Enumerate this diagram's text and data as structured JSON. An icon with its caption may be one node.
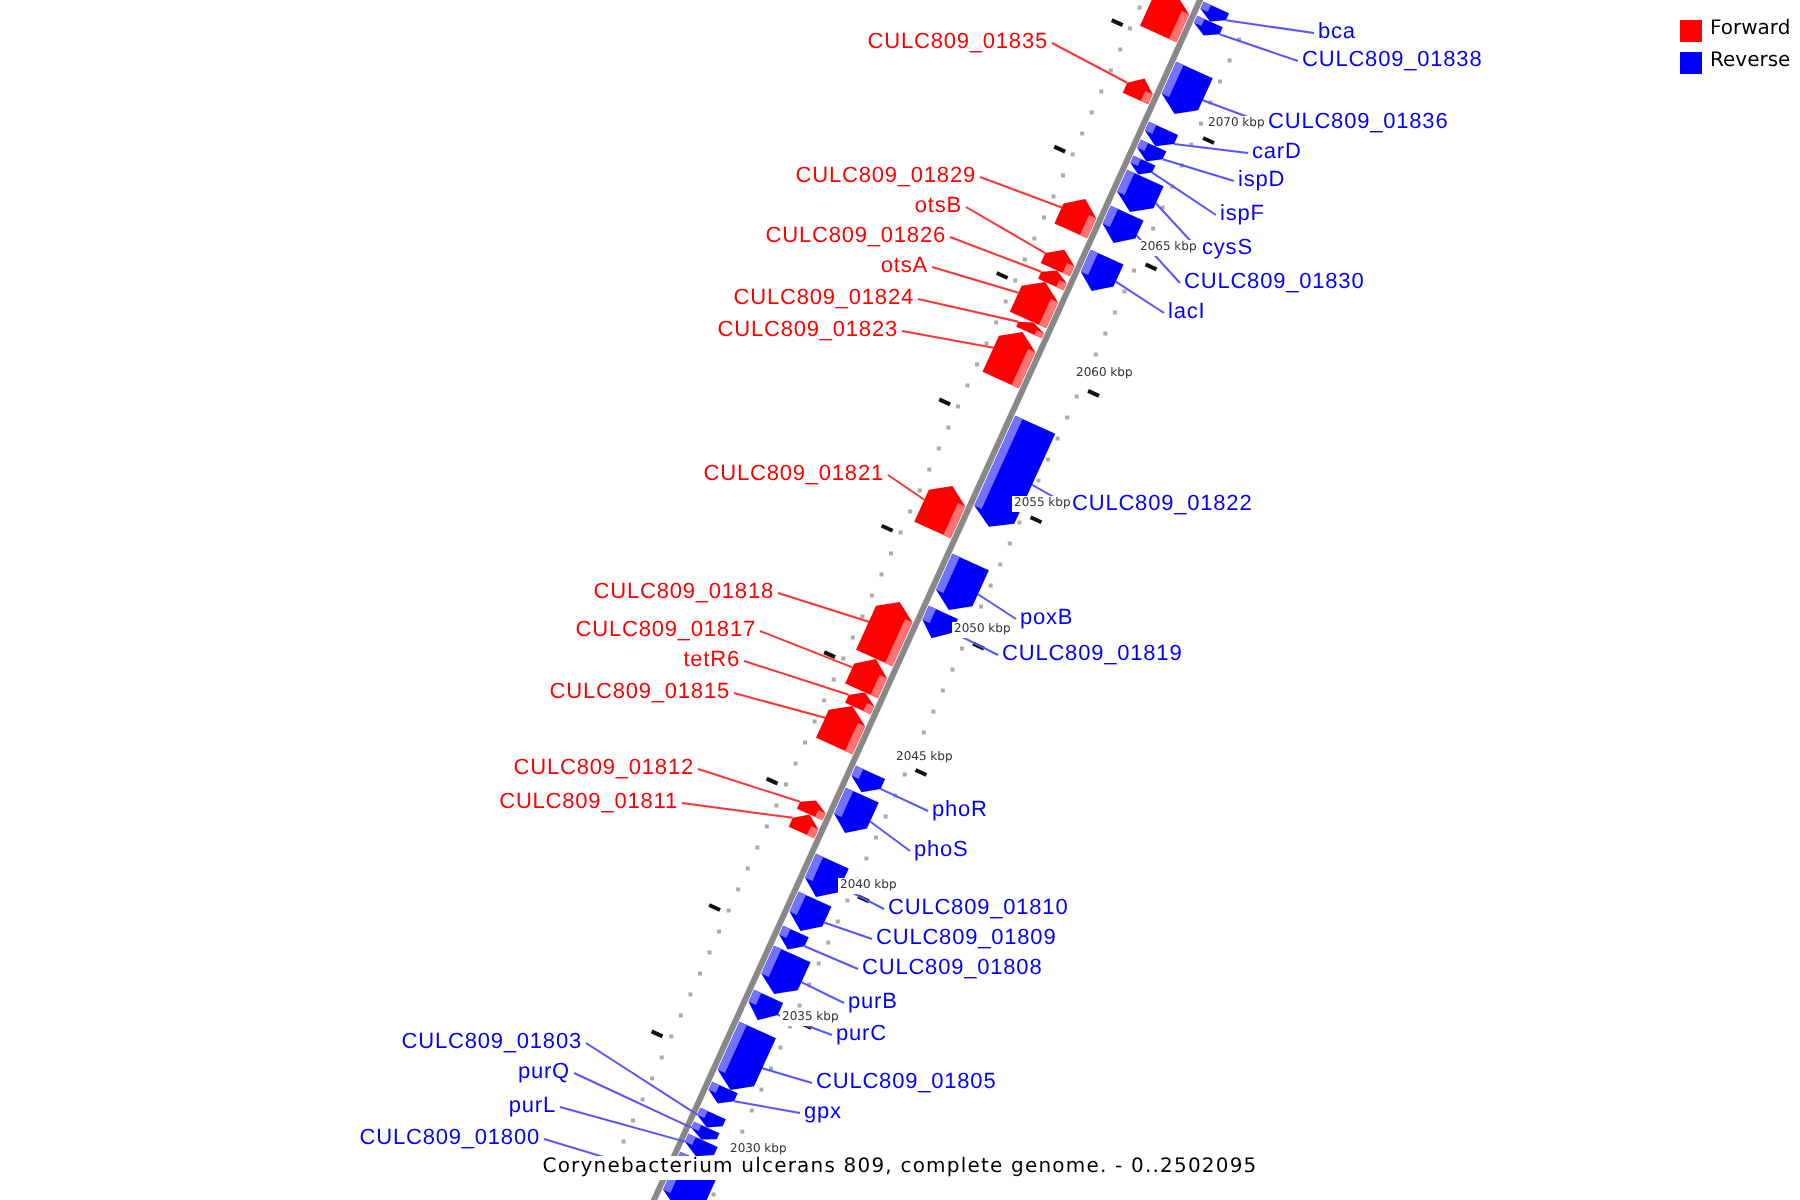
{
  "diagram": {
    "caption": "Corynebacterium ulcerans 809, complete genome. - 0..2502095",
    "nodes": [
      {
        "text": [],
        "shape": "bar"
      },
      {
        "text": [
          "bca"
        ]
      },
      {
        "text": [],
        "shape": "bar"
      },
      {
        "text": [
          "CULC809_01838"
        ]
      },
      {
        "text": [],
        "shape": "bar"
      },
      {
        "text": [
          "CULC809_01835"
        ]
      },
      {
        "text": [],
        "shape": "bar"
      },
      {
        "text": [
          "CULC809_01836"
        ]
      },
      {
        "text": [],
        "shape": "bar"
      },
      {
        "text": [
          "carD"
        ]
      },
      {
        "text": [],
        "shape": "bar"
      },
      {
        "text": [
          "ispD"
        ]
      },
      {
        "text": [],
        "shape": "bar"
      },
      {
        "text": [
          "ispF"
        ]
      },
      {
        "text": [],
        "shape": "bar"
      },
      {
        "text": [
          "CULC809_01829"
        ]
      },
      {
        "text": [],
        "shape": "bar"
      },
      {
        "text": [
          "cysS"
        ]
      },
      {
        "text": [],
        "shape": "bar"
      },
      {
        "text": [
          "CULC809_01830"
        ]
      },
      {
        "text": [],
        "shape": "bar"
      },
      {
        "text": [
          "otsB"
        ]
      },
      {
        "text": [],
        "shape": "bar"
      },
      {
        "text": [
          "CULC809_01826"
        ]
      },
      {
        "text": [],
        "shape": "bar"
      },
      {
        "text": [
          "otsA"
        ]
      },
      {
        "text": [],
        "shape": "bar"
      },
      {
        "text": [
          "CULC809_01824"
        ]
      },
      {
        "text": [],
        "shape": "bar"
      },
      {
        "text": [
          "lacI"
        ]
      },
      {
        "text": [],
        "shape": "bar"
      },
      {
        "text": [
          "CULC809_01823"
        ]
      },
      {
        "text": [],
        "shape": "bar"
      },
      {
        "text": [
          "CULC809_01821"
        ]
      },
      {
        "text": [],
        "shape": "bar"
      },
      {
        "text": [
          "CULC809_01822"
        ]
      },
      {
        "text": [],
        "shape": "bar"
      },
      {
        "text": [
          "CULC809_01818"
        ]
      },
      {
        "text": [],
        "shape": "bar"
      },
      {
        "text": [
          "poxB"
        ]
      },
      {
        "text": [],
        "shape": "bar"
      },
      {
        "text": [
          "CULC809_01817"
        ]
      },
      {
        "text": [],
        "shape": "bar"
      },
      {
        "text": [
          "CULC809_01819"
        ]
      },
      {
        "text": [],
        "shape": "bar"
      },
      {
        "text": [
          "tetR6"
        ]
      },
      {
        "text": [],
        "shape": "bar"
      },
      {
        "text": [
          "CULC809_01815"
        ]
      },
      {
        "text": [],
        "shape": "bar"
      },
      {
        "text": [
          "CULC809_01812"
        ]
      },
      {
        "text": [],
        "shape": "bar"
      },
      {
        "text": [
          "phoR"
        ]
      },
      {
        "text": [],
        "shape": "bar"
      },
      {
        "text": [
          "CULC809_01811"
        ]
      },
      {
        "text": [],
        "shape": "bar"
      },
      {
        "text": [
          "phoS"
        ]
      },
      {
        "text": [],
        "shape": "bar"
      },
      {
        "text": [
          "CULC809_01810"
        ]
      },
      {
        "text": [],
        "shape": "bar"
      },
      {
        "text": [
          "CULC809_01809"
        ]
      },
      {
        "text": [],
        "shape": "bar"
      },
      {
        "text": [
          "CULC809_01808"
        ]
      },
      {
        "text": [],
        "shape": "bar"
      },
      {
        "text": [
          "purB"
        ]
      },
      {
        "text": [],
        "shape": "bar"
      },
      {
        "text": [
          "purC"
        ]
      },
      {
        "text": [],
        "shape": "bar"
      },
      {
        "text": [
          "CULC809_01803"
        ]
      },
      {
        "text": [],
        "shape": "bar"
      },
      {
        "text": [
          "CULC809_01805"
        ]
      },
      {
        "text": [],
        "shape": "bar"
      },
      {
        "text": [
          "purQ"
        ]
      },
      {
        "text": [],
        "shape": "bar"
      },
      {
        "text": [
          "gpx"
        ]
      },
      {
        "text": [],
        "shape": "bar"
      },
      {
        "text": [
          "purL"
        ]
      },
      {
        "text": [],
        "shape": "bar"
      },
      {
        "text": [
          "CULC809_01800"
        ]
      },
      {
        "text": [],
        "shape": "bar"
      }
    ],
    "edges": [
      {
        "from": 1,
        "to": 2,
        "arrow": "none",
        "color": "#5555ff"
      },
      {
        "from": 3,
        "to": 4,
        "arrow": "none",
        "color": "#5555ff"
      },
      {
        "from": 5,
        "to": 6,
        "arrow": "none",
        "color": "#ff3333"
      },
      {
        "from": 7,
        "to": 8,
        "arrow": "none",
        "color": "#5555ff"
      },
      {
        "from": 9,
        "to": 10,
        "arrow": "none",
        "color": "#5555ff"
      },
      {
        "from": 11,
        "to": 12,
        "arrow": "none",
        "color": "#5555ff"
      },
      {
        "from": 13,
        "to": 14,
        "arrow": "none",
        "color": "#5555ff"
      },
      {
        "from": 15,
        "to": 16,
        "arrow": "none",
        "color": "#ff3333"
      },
      {
        "from": 17,
        "to": 18,
        "arrow": "none",
        "color": "#5555ff"
      },
      {
        "from": 19,
        "to": 20,
        "arrow": "none",
        "color": "#5555ff"
      },
      {
        "from": 21,
        "to": 22,
        "arrow": "none",
        "color": "#ff3333"
      },
      {
        "from": 23,
        "to": 24,
        "arrow": "none",
        "color": "#ff3333"
      },
      {
        "from": 25,
        "to": 26,
        "arrow": "none",
        "color": "#ff3333"
      },
      {
        "from": 27,
        "to": 28,
        "arrow": "none",
        "color": "#ff3333"
      },
      {
        "from": 29,
        "to": 30,
        "arrow": "none",
        "color": "#5555ff"
      },
      {
        "from": 31,
        "to": 32,
        "arrow": "none",
        "color": "#ff3333"
      },
      {
        "from": 33,
        "to": 34,
        "arrow": "none",
        "color": "#ff3333"
      },
      {
        "from": 35,
        "to": 36,
        "arrow": "none",
        "color": "#5555ff"
      },
      {
        "from": 37,
        "to": 38,
        "arrow": "none",
        "color": "#ff3333"
      },
      {
        "from": 39,
        "to": 40,
        "arrow": "none",
        "color": "#5555ff"
      },
      {
        "from": 41,
        "to": 42,
        "arrow": "none",
        "color": "#ff3333"
      },
      {
        "from": 43,
        "to": 44,
        "arrow": "none",
        "color": "#5555ff"
      },
      {
        "from": 45,
        "to": 46,
        "arrow": "none",
        "color": "#ff3333"
      },
      {
        "from": 47,
        "to": 48,
        "arrow": "none",
        "color": "#ff3333"
      },
      {
        "from": 49,
        "to": 50,
        "arrow": "none",
        "color": "#ff3333"
      },
      {
        "from": 51,
        "to": 52,
        "arrow": "none",
        "color": "#5555ff"
      },
      {
        "from": 53,
        "to": 54,
        "arrow": "none",
        "color": "#ff3333"
      },
      {
        "from": 55,
        "to": 56,
        "arrow": "none",
        "color": "#5555ff"
      },
      {
        "from": 57,
        "to": 58,
        "arrow": "none",
        "color": "#5555ff"
      },
      {
        "from": 59,
        "to": 60,
        "arrow": "none",
        "color": "#5555ff"
      },
      {
        "from": 61,
        "to": 62,
        "arrow": "none",
        "color": "#5555ff"
      },
      {
        "from": 63,
        "to": 64,
        "arrow": "none",
        "color": "#5555ff"
      },
      {
        "from": 65,
        "to": 66,
        "arrow": "none",
        "color": "#5555ff"
      },
      {
        "from": 67,
        "to": 68,
        "arrow": "none",
        "color": "#5555ff"
      },
      {
        "from": 69,
        "to": 70,
        "arrow": "none",
        "color": "#5555ff"
      },
      {
        "from": 71,
        "to": 72,
        "arrow": "none",
        "color": "#5555ff"
      },
      {
        "from": 73,
        "to": 74,
        "arrow": "none",
        "color": "#5555ff"
      },
      {
        "from": 75,
        "to": 76,
        "arrow": "none",
        "color": "#5555ff"
      },
      {
        "from": 77,
        "to": 78,
        "arrow": "none",
        "color": "#5555ff"
      }
    ],
    "labels": [
      "2070 kbp",
      "2065 kbp",
      "2060 kbp",
      "2055 kbp",
      "2050 kbp",
      "2045 kbp",
      "2040 kbp",
      "2035 kbp",
      "2030 kbp"
    ],
    "legend": [
      {
        "text": "Forward",
        "color": "#ff0000"
      },
      {
        "text": "Reverse",
        "color": "#0000ff"
      }
    ]
  }
}
